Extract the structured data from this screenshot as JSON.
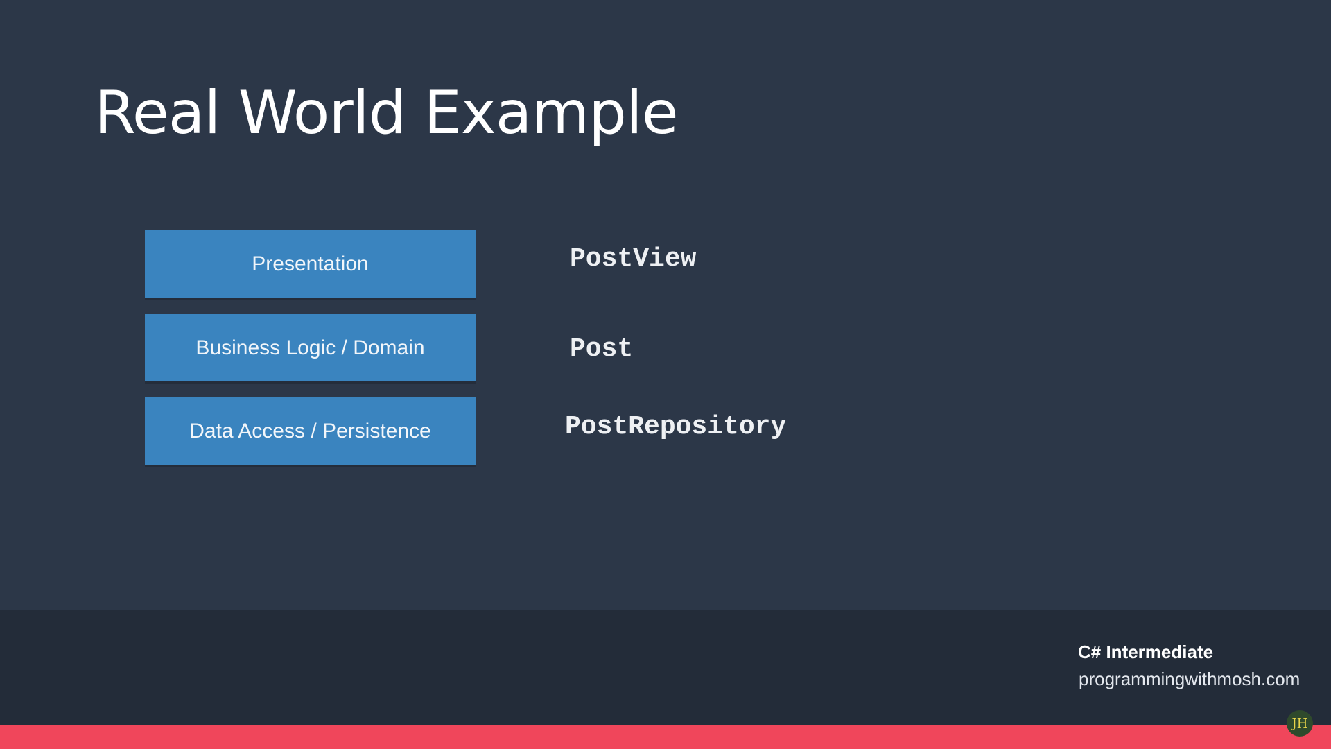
{
  "slide": {
    "title": "Real World Example",
    "layers": [
      {
        "label": "Presentation",
        "class_name": "PostView"
      },
      {
        "label": "Business Logic / Domain",
        "class_name": "Post"
      },
      {
        "label": "Data Access / Persistence",
        "class_name": "PostRepository"
      }
    ]
  },
  "footer": {
    "course": "C# Intermediate",
    "site": "programmingwithmosh.com",
    "badge": "JH"
  },
  "colors": {
    "background": "#2c3748",
    "footer_band": "#232c39",
    "layer_box": "#3a84bf",
    "accent_bar": "#f0465b"
  }
}
